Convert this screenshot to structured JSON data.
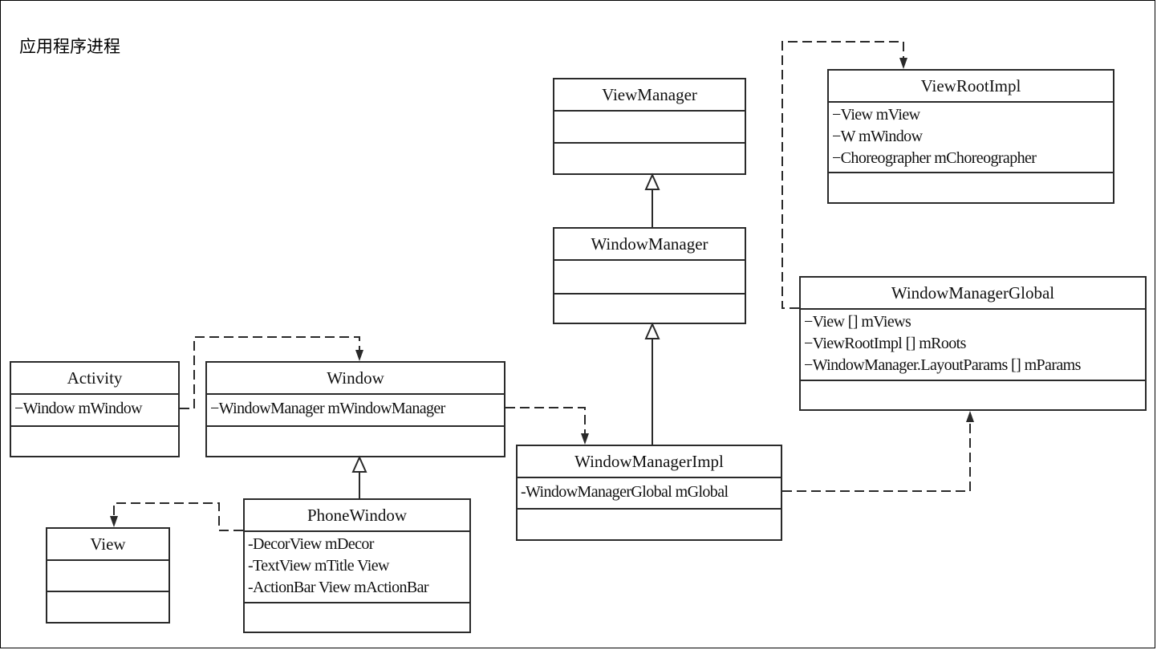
{
  "title": "应用程序进程",
  "classes": {
    "viewmanager": {
      "name": "ViewManager",
      "attrs": []
    },
    "windowmanager": {
      "name": "WindowManager",
      "attrs": []
    },
    "viewrootimpl": {
      "name": "ViewRootImpl",
      "attrs": [
        "−View mView",
        "−W mWindow",
        "−Choreographer mChoreographer"
      ]
    },
    "windowmanagerglobal": {
      "name": "WindowManagerGlobal",
      "attrs": [
        "−View [] mViews",
        "−ViewRootImpl [] mRoots",
        "−WindowManager.LayoutParams [] mParams"
      ]
    },
    "activity": {
      "name": "Activity",
      "attrs": [
        "−Window mWindow"
      ]
    },
    "window": {
      "name": "Window",
      "attrs": [
        "−WindowManager mWindowManager"
      ]
    },
    "windowmanagerimpl": {
      "name": "WindowManagerImpl",
      "attrs": [
        "-WindowManagerGlobal mGlobal"
      ]
    },
    "view": {
      "name": "View",
      "attrs": []
    },
    "phonewindow": {
      "name": "PhoneWindow",
      "attrs": [
        "-DecorView mDecor",
        "-TextView mTitle View",
        "-ActionBar View mActionBar"
      ]
    }
  }
}
